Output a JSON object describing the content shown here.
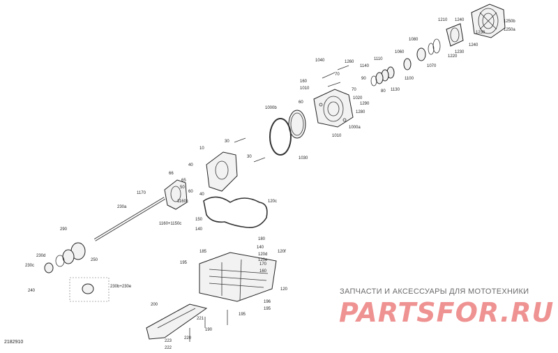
{
  "watermark": {
    "tagline": "ЗАПЧАСТИ И АКСЕССУАРЫ ДЛЯ МОТОТЕХНИКИ",
    "logo": "PARTSFOR.RU",
    "logo_color": "#e23a3a"
  },
  "diagram_ref": "2182910",
  "labels": [
    {
      "id": "l1210",
      "text": "1210"
    },
    {
      "id": "l1240a",
      "text": "1240"
    },
    {
      "id": "l1250b",
      "text": "1250b"
    },
    {
      "id": "l1250a",
      "text": "1250a"
    },
    {
      "id": "l1230a",
      "text": "1230"
    },
    {
      "id": "l1240b",
      "text": "1240"
    },
    {
      "id": "l1230b",
      "text": "1230"
    },
    {
      "id": "l1220",
      "text": "1220"
    },
    {
      "id": "l1080",
      "text": "1080"
    },
    {
      "id": "l1070",
      "text": "1070"
    },
    {
      "id": "l1060",
      "text": "1060"
    },
    {
      "id": "l1110",
      "text": "1110"
    },
    {
      "id": "l1100",
      "text": "1100"
    },
    {
      "id": "l1040",
      "text": "1040"
    },
    {
      "id": "l1260",
      "text": "1260"
    },
    {
      "id": "l1140",
      "text": "1140"
    },
    {
      "id": "l90",
      "text": "90"
    },
    {
      "id": "l70a",
      "text": "70"
    },
    {
      "id": "l1130",
      "text": "1130"
    },
    {
      "id": "l80",
      "text": "80"
    },
    {
      "id": "l1020",
      "text": "1020"
    },
    {
      "id": "l160a",
      "text": "160"
    },
    {
      "id": "l1010a",
      "text": "1010"
    },
    {
      "id": "l70b",
      "text": "70"
    },
    {
      "id": "l1290",
      "text": "1290"
    },
    {
      "id": "l1280",
      "text": "1280"
    },
    {
      "id": "l1000b",
      "text": "1000b"
    },
    {
      "id": "l60",
      "text": "60"
    },
    {
      "id": "l1000a",
      "text": "1000a"
    },
    {
      "id": "l1010b",
      "text": "1010"
    },
    {
      "id": "l1030",
      "text": "1030"
    },
    {
      "id": "l30a",
      "text": "30"
    },
    {
      "id": "l10",
      "text": "10"
    },
    {
      "id": "l30b",
      "text": "30"
    },
    {
      "id": "l40a",
      "text": "40"
    },
    {
      "id": "l66",
      "text": "66"
    },
    {
      "id": "l65",
      "text": "65"
    },
    {
      "id": "l50",
      "text": "50"
    },
    {
      "id": "l60b",
      "text": "60"
    },
    {
      "id": "l40b",
      "text": "40"
    },
    {
      "id": "l1170",
      "text": "1170"
    },
    {
      "id": "l1160c",
      "text": "1160c"
    },
    {
      "id": "l120c",
      "text": "120c"
    },
    {
      "id": "l230a",
      "text": "230a"
    },
    {
      "id": "l1150",
      "text": "1160+1150c"
    },
    {
      "id": "l150",
      "text": "150"
    },
    {
      "id": "l140a",
      "text": "140"
    },
    {
      "id": "l290",
      "text": "290"
    },
    {
      "id": "l180",
      "text": "180"
    },
    {
      "id": "l140b",
      "text": "140"
    },
    {
      "id": "l185",
      "text": "185"
    },
    {
      "id": "l120f",
      "text": "120f"
    },
    {
      "id": "l120d",
      "text": "120d"
    },
    {
      "id": "l120e",
      "text": "120e"
    },
    {
      "id": "l230d",
      "text": "230d"
    },
    {
      "id": "l250",
      "text": "250"
    },
    {
      "id": "l195a",
      "text": "195"
    },
    {
      "id": "l170",
      "text": "170"
    },
    {
      "id": "l160b",
      "text": "160"
    },
    {
      "id": "l230c",
      "text": "230c"
    },
    {
      "id": "l240",
      "text": "240"
    },
    {
      "id": "l230b",
      "text": "230b+230e"
    },
    {
      "id": "l120",
      "text": "120"
    },
    {
      "id": "l200",
      "text": "200"
    },
    {
      "id": "l196",
      "text": "196"
    },
    {
      "id": "l195b",
      "text": "195"
    },
    {
      "id": "l195c",
      "text": "195"
    },
    {
      "id": "l221",
      "text": "221"
    },
    {
      "id": "l190",
      "text": "190"
    },
    {
      "id": "l220",
      "text": "220"
    },
    {
      "id": "l223",
      "text": "223"
    },
    {
      "id": "l222",
      "text": "222"
    }
  ]
}
